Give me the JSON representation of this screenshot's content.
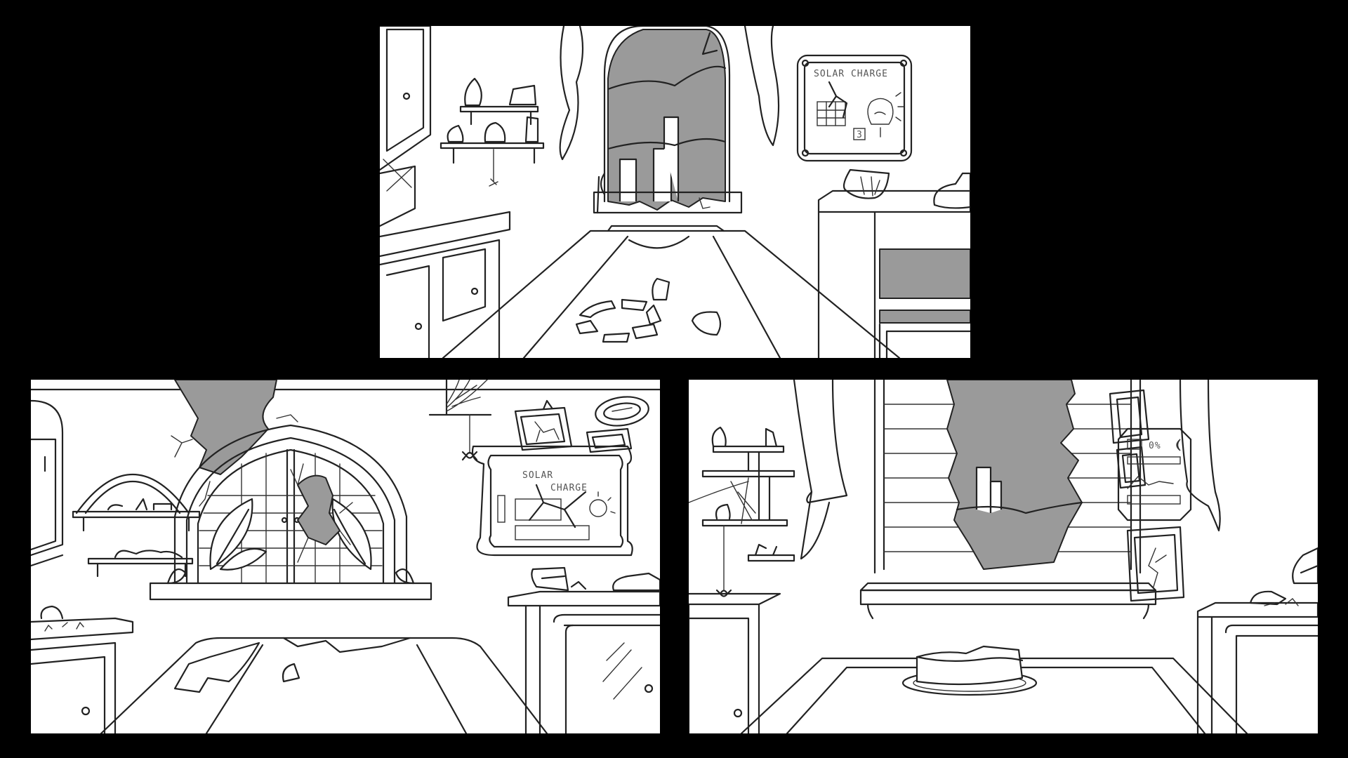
{
  "panels": [
    {
      "id": "top",
      "sign_text": "SOLAR CHARGE",
      "sign_number": "3"
    },
    {
      "id": "bottom-left",
      "sign_text_line1": "SOLAR",
      "sign_text_line2": "CHARGE"
    },
    {
      "id": "bottom-right",
      "display_text": "0%"
    }
  ],
  "colors": {
    "background": "#000000",
    "panel": "#ffffff",
    "shadow": "#9a9a9a",
    "line": "#222222"
  }
}
